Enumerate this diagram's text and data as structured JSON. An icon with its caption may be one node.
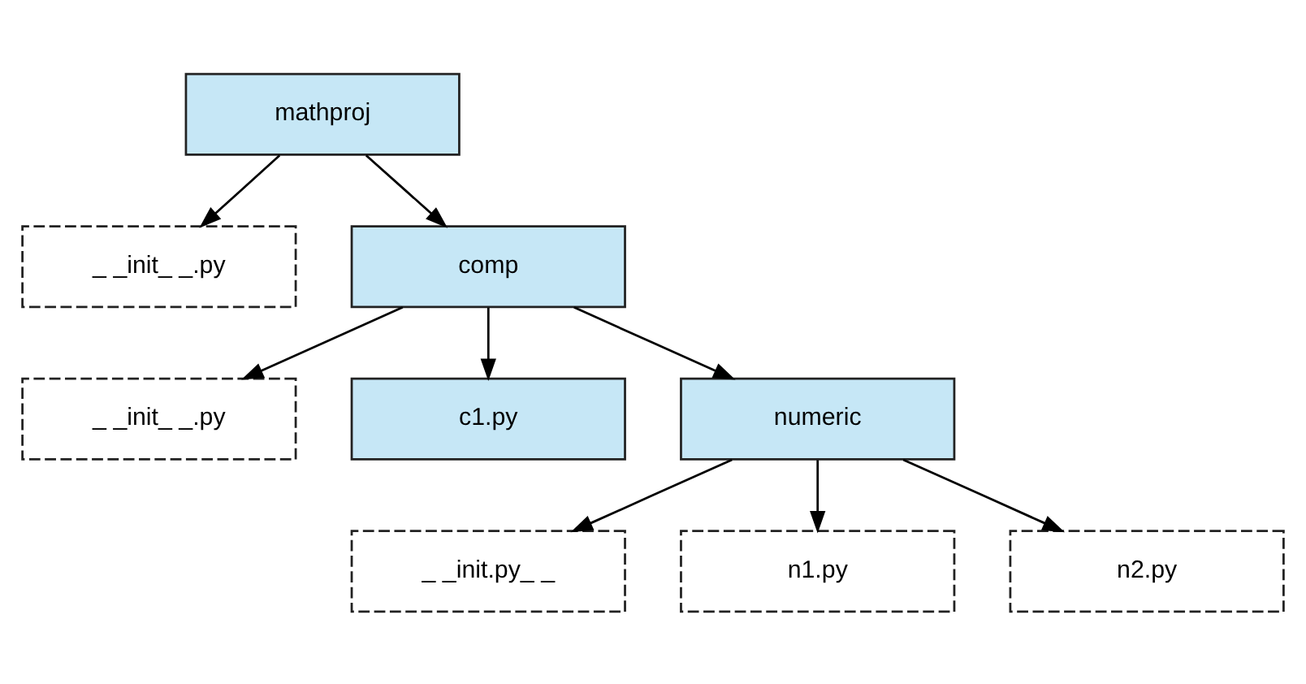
{
  "diagram": {
    "nodes": [
      {
        "text": [
          "mathproj"
        ]
      },
      {
        "text": [
          "_ _init_ _.py"
        ]
      },
      {
        "text": [
          "comp"
        ]
      },
      {
        "text": [
          "_ _init_ _.py"
        ]
      },
      {
        "text": [
          "c1.py"
        ]
      },
      {
        "text": [
          "numeric"
        ]
      },
      {
        "text": [
          "_ _init.py_ _"
        ]
      },
      {
        "text": [
          "n1.py"
        ]
      },
      {
        "text": [
          "n2.py"
        ]
      }
    ],
    "edges": [
      {
        "from": 0,
        "to": 1,
        "arrow": "to"
      },
      {
        "from": 0,
        "to": 2,
        "arrow": "to"
      },
      {
        "from": 2,
        "to": 3,
        "arrow": "to"
      },
      {
        "from": 2,
        "to": 4,
        "arrow": "to"
      },
      {
        "from": 2,
        "to": 5,
        "arrow": "to"
      },
      {
        "from": 5,
        "to": 6,
        "arrow": "to"
      },
      {
        "from": 5,
        "to": 7,
        "arrow": "to"
      },
      {
        "from": 5,
        "to": 8,
        "arrow": "to"
      }
    ]
  }
}
